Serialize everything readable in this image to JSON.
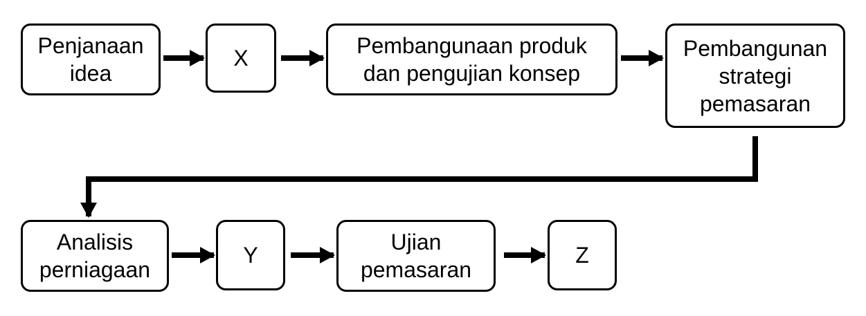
{
  "diagram": {
    "stroke_color": "#000000",
    "steps": [
      {
        "label": "Penjanaan\nidea"
      },
      {
        "label": "X"
      },
      {
        "label": "Pembangunaan produk\ndan pengujian konsep"
      },
      {
        "label": "Pembangunan\nstrategi\npemasaran"
      },
      {
        "label": "Analisis\nperniagaan"
      },
      {
        "label": "Y"
      },
      {
        "label": "Ujian\npemasaran"
      },
      {
        "label": "Z"
      }
    ]
  }
}
